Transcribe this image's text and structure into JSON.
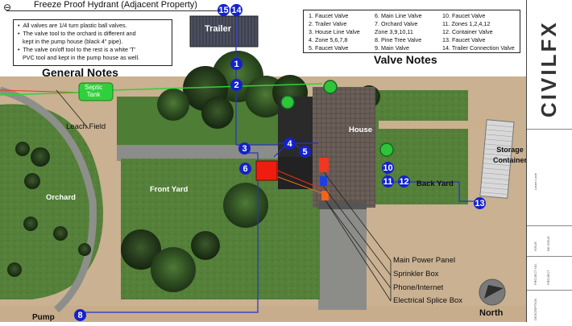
{
  "header": {
    "hydrant_label": "Freeze Proof Hydrant  (Adjacent Property)"
  },
  "general_notes": {
    "title": "General Notes",
    "items": [
      "All valves are 1/4 turn plastic ball valves.",
      "The valve tool to the orchard is different and",
      "kept in the pump house (black 4\" pipe).",
      "The valve on/off tool to the rest is a white 'T'",
      "PVC tool and kept in the pump house as well."
    ]
  },
  "valve_notes": {
    "title": "Valve Notes",
    "col1": [
      "1. Faucet Valve",
      "2. Trailer Valve",
      "3. House Line Valve",
      "4. Zone 5,6,7,8",
      "5. Faucet Valve"
    ],
    "col2": [
      "6. Main Line Valve",
      "7. Orchard Valve",
      "Zone 3,9,10,11",
      "8. Pine Tree Valve",
      "9. Main Valve"
    ],
    "col3": [
      "10. Faucet Valve",
      "11. Zones 1,2,4,12",
      "12. Container Valve",
      "13. Faucet Valve",
      "14. Trailer Connection Valve"
    ]
  },
  "map_labels": {
    "trailer": "Trailer",
    "septic": "Septic\nTank",
    "leach": "Leach Field",
    "house": "House",
    "storage": "Storage\nContainer",
    "orchard": "Orchard",
    "front_yard": "Front Yard",
    "back_yard": "Back Yard",
    "pump": "Pump",
    "north": "North"
  },
  "legend": {
    "main_power": "Main Power Panel",
    "sprinkler": "Sprinkler Box",
    "phone": "Phone/Internet",
    "splice": "Electrical Splice Box"
  },
  "markers": [
    "15",
    "14",
    "1",
    "2",
    "3",
    "4",
    "5",
    "6",
    "10",
    "11",
    "12",
    "13",
    "8"
  ],
  "colors": {
    "marker": "#1422c9",
    "water_line": "#2733c7",
    "septic": "#2fd13a",
    "power": "#e32b16",
    "phone_line": "#e8771e"
  },
  "title_block": {
    "brand": "CIVILFX",
    "project": "Laura Lucia",
    "fields": [
      "PROJECT NO.",
      "PROJECT",
      "DESCRIPTION",
      "ISSUE",
      "RE-ISSUE"
    ]
  }
}
